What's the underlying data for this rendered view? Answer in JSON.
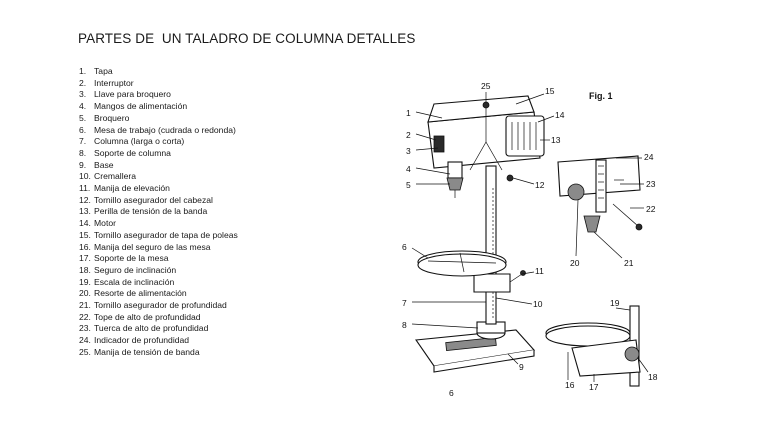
{
  "title": "PARTES DE  UN TALADRO DE COLUMNA DETALLES",
  "parts": [
    {
      "num": "1.",
      "label": "Tapa"
    },
    {
      "num": "2.",
      "label": "Interruptor"
    },
    {
      "num": "3.",
      "label": "Llave para broquero"
    },
    {
      "num": "4.",
      "label": "Mangos de alimentación"
    },
    {
      "num": "5.",
      "label": "Broquero"
    },
    {
      "num": "6.",
      "label": "Mesa de trabajo (cudrada o redonda)"
    },
    {
      "num": "7.",
      "label": "Columna (larga o corta)"
    },
    {
      "num": "8.",
      "label": "Soporte de columna"
    },
    {
      "num": "9.",
      "label": "Base"
    },
    {
      "num": "10.",
      "label": "Cremallera"
    },
    {
      "num": "11.",
      "label": "Manija de elevación"
    },
    {
      "num": "12.",
      "label": "Tornillo asegurador del cabezal"
    },
    {
      "num": "13.",
      "label": "Perilla de tensión de la banda"
    },
    {
      "num": "14.",
      "label": "Motor"
    },
    {
      "num": "15.",
      "label": "Tornillo asegurador de tapa de poleas"
    },
    {
      "num": "16.",
      "label": "Manija del seguro de las mesa"
    },
    {
      "num": "17.",
      "label": "Soporte de la mesa"
    },
    {
      "num": "18.",
      "label": "Seguro de inclinación"
    },
    {
      "num": "19.",
      "label": "Escala de inclinación"
    },
    {
      "num": "20.",
      "label": "Resorte de alimentación"
    },
    {
      "num": "21.",
      "label": "Tornillo asegurador de profundidad"
    },
    {
      "num": "22.",
      "label": "Tope de alto de profundidad"
    },
    {
      "num": "23.",
      "label": "Tuerca de alto de profundidad"
    },
    {
      "num": "24.",
      "label": "Indicador de profundidad"
    },
    {
      "num": "25.",
      "label": "Manija de tensión de banda"
    }
  ],
  "figure": {
    "label": "Fig. 1",
    "page_number": "6",
    "callouts": [
      "1",
      "2",
      "3",
      "4",
      "5",
      "6",
      "7",
      "8",
      "9",
      "10",
      "11",
      "12",
      "13",
      "14",
      "15",
      "16",
      "17",
      "18",
      "19",
      "20",
      "21",
      "22",
      "23",
      "24",
      "25"
    ]
  }
}
